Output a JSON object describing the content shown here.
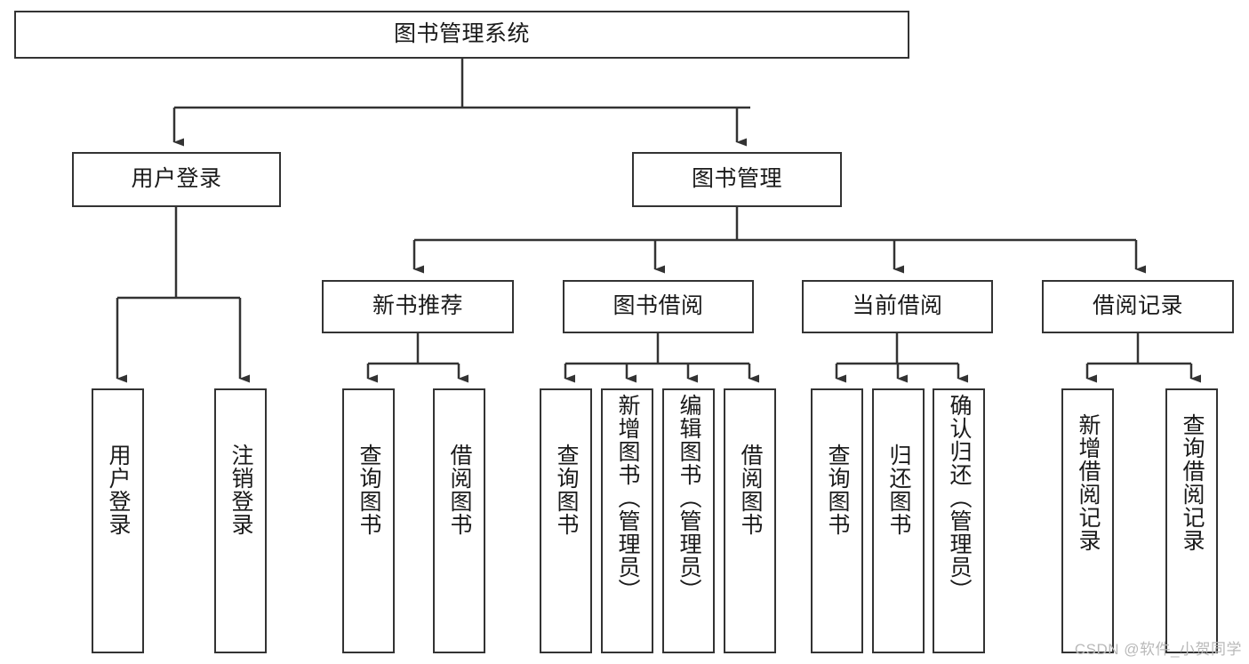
{
  "diagram": {
    "type": "tree",
    "title": "图书管理系统",
    "orientation": "top-down",
    "colors": {
      "node_border": "#333333",
      "node_fill": "#ffffff",
      "edge": "#333333",
      "text": "#1a1a1a",
      "watermark": "#b9b9b9",
      "background": "#ffffff"
    },
    "nodes": {
      "root": {
        "label": "图书管理系统"
      },
      "user_login": {
        "label": "用户登录"
      },
      "book_manage": {
        "label": "图书管理"
      },
      "new_book_rec": {
        "label": "新书推荐"
      },
      "book_borrow": {
        "label": "图书借阅"
      },
      "current_borrow": {
        "label": "当前借阅"
      },
      "borrow_record": {
        "label": "借阅记录"
      },
      "leaf_user_login": {
        "label": "用户登录"
      },
      "leaf_logout": {
        "label": "注销登录"
      },
      "leaf_query_book_1": {
        "label": "查询图书"
      },
      "leaf_borrow_book_1": {
        "label": "借阅图书"
      },
      "leaf_query_book_2": {
        "label": "查询图书"
      },
      "leaf_add_book": {
        "label": "新增图书（管理员）"
      },
      "leaf_edit_book": {
        "label": "编辑图书（管理员）"
      },
      "leaf_borrow_book_2": {
        "label": "借阅图书"
      },
      "leaf_query_book_3": {
        "label": "查询图书"
      },
      "leaf_return_book": {
        "label": "归还图书"
      },
      "leaf_confirm_return": {
        "label": "确认归还（管理员）"
      },
      "leaf_add_record": {
        "label": "新增借阅记录"
      },
      "leaf_query_record": {
        "label": "查询借阅记录"
      }
    },
    "edges": [
      {
        "from": "root",
        "to": "user_login"
      },
      {
        "from": "root",
        "to": "book_manage"
      },
      {
        "from": "user_login",
        "to": "leaf_user_login"
      },
      {
        "from": "user_login",
        "to": "leaf_logout"
      },
      {
        "from": "book_manage",
        "to": "new_book_rec"
      },
      {
        "from": "book_manage",
        "to": "book_borrow"
      },
      {
        "from": "book_manage",
        "to": "current_borrow"
      },
      {
        "from": "book_manage",
        "to": "borrow_record"
      },
      {
        "from": "new_book_rec",
        "to": "leaf_query_book_1"
      },
      {
        "from": "new_book_rec",
        "to": "leaf_borrow_book_1"
      },
      {
        "from": "book_borrow",
        "to": "leaf_query_book_2"
      },
      {
        "from": "book_borrow",
        "to": "leaf_add_book"
      },
      {
        "from": "book_borrow",
        "to": "leaf_edit_book"
      },
      {
        "from": "book_borrow",
        "to": "leaf_borrow_book_2"
      },
      {
        "from": "current_borrow",
        "to": "leaf_query_book_3"
      },
      {
        "from": "current_borrow",
        "to": "leaf_return_book"
      },
      {
        "from": "current_borrow",
        "to": "leaf_confirm_return"
      },
      {
        "from": "borrow_record",
        "to": "leaf_add_record"
      },
      {
        "from": "borrow_record",
        "to": "leaf_query_record"
      }
    ]
  },
  "watermark": {
    "text": "CSDN @软件_小贺同学"
  }
}
